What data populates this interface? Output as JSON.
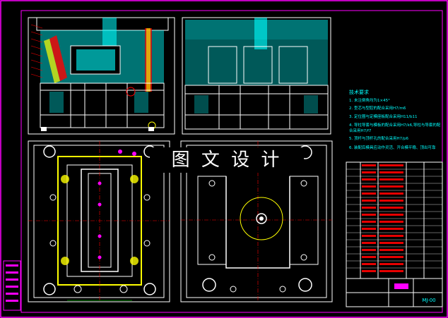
{
  "watermark": "图 文 设 计",
  "notes": {
    "heading": "技术要求",
    "items": [
      "1. 未注倒角均为1×45°",
      "2. 型芯与型腔的配合采用H7/m6",
      "3. 定位圈与定模座板配合采用H11/b11",
      "4. 导柱导套与模板的配合采用H7/k6,导柱与导套的配合采用H7/f7",
      "5. 顶杆与顶杆孔的配合采用H7/p6",
      "6. 装配后模具应动作灵活、开合模平稳、顶出可靠"
    ]
  },
  "title_block": {
    "drawing_no": "MJ-00"
  },
  "bottom_left_label": "—",
  "colors": {
    "background": "#000000",
    "frame": "#ff00ff",
    "outline": "#ffffff",
    "cyan": "#00ffff",
    "yellow": "#ffff00",
    "red": "#ff0000",
    "green": "#00ff00",
    "blue": "#4040ff"
  }
}
